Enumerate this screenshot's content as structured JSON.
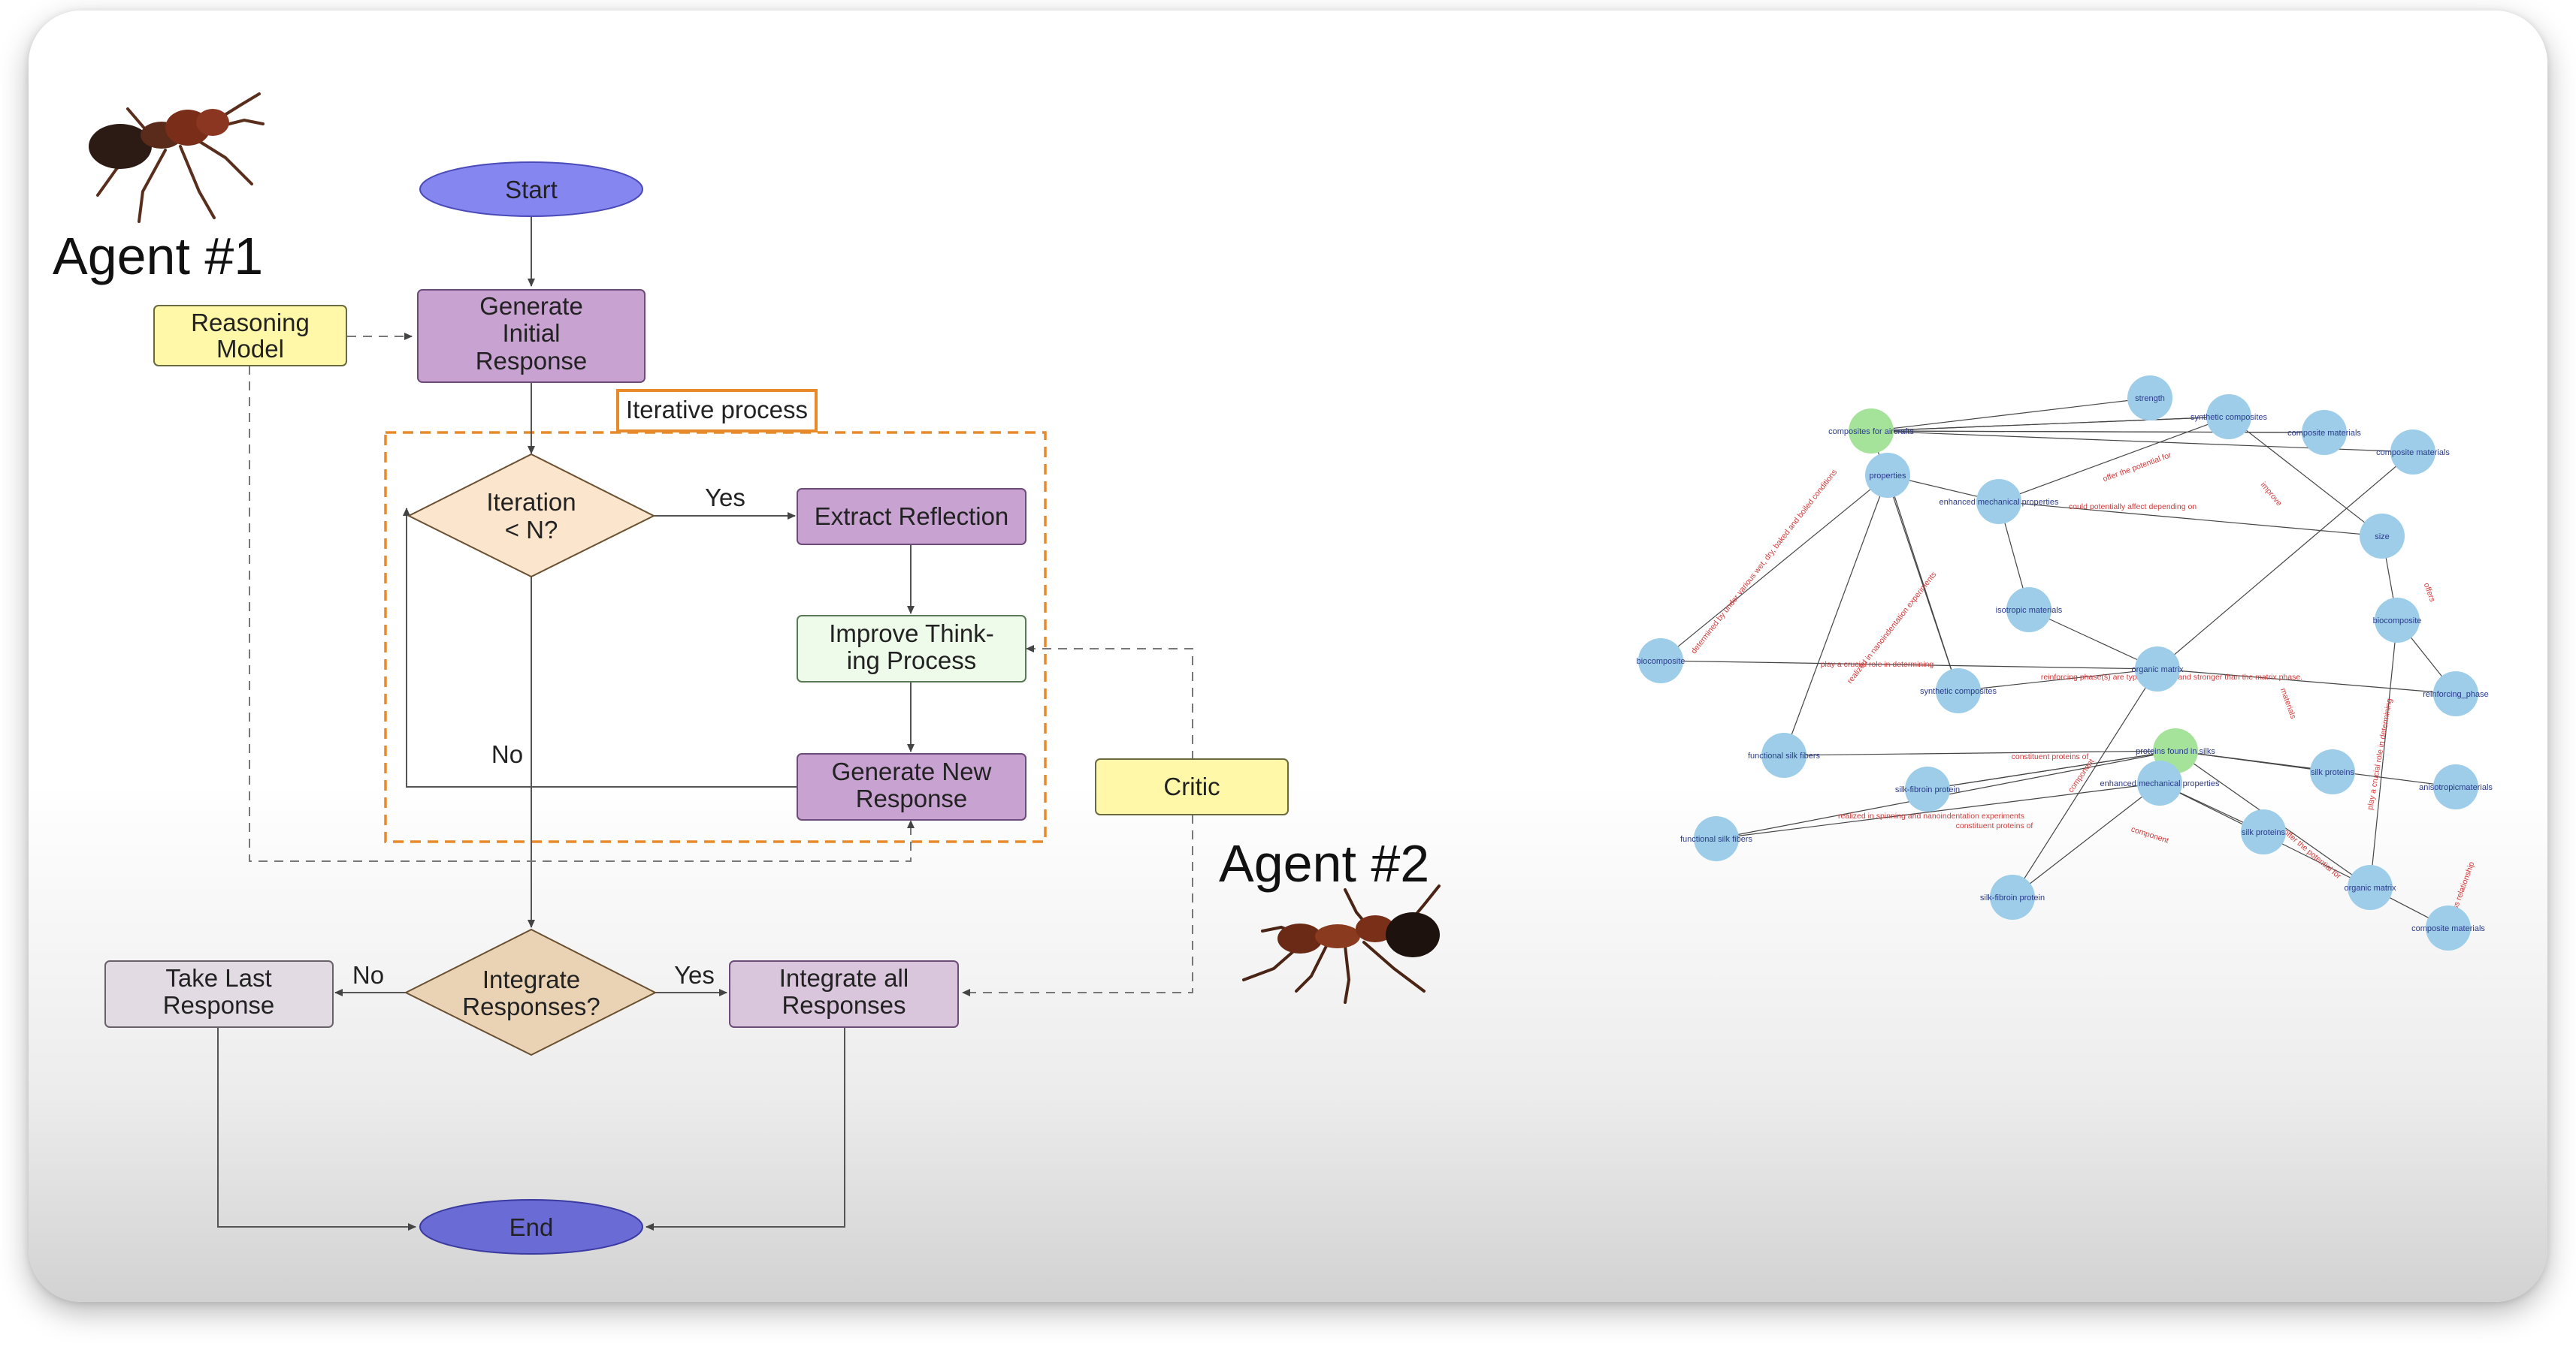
{
  "flowchart": {
    "nodes": {
      "start": "Start",
      "generate_initial": [
        "Generate",
        "Initial",
        "Response"
      ],
      "reasoning_model": [
        "Reasoning",
        "Model"
      ],
      "iterative_process": "Iterative process",
      "iteration_check": [
        "Iteration",
        "< N?"
      ],
      "extract_reflection": "Extract Reflection",
      "improve_thinking": [
        "Improve Think-",
        "ing Process"
      ],
      "generate_new": [
        "Generate New",
        "Response"
      ],
      "critic": "Critic",
      "integrate_check": [
        "Integrate",
        "Responses?"
      ],
      "take_last": [
        "Take Last",
        "Response"
      ],
      "integrate_all": [
        "Integrate all",
        "Responses"
      ],
      "end": "End"
    },
    "edge_labels": {
      "yes_iteration": "Yes",
      "no_iteration": "No",
      "no_integrate": "No",
      "yes_integrate": "Yes"
    },
    "agents": {
      "agent1": "Agent #1",
      "agent2": "Agent #2"
    },
    "colors": {
      "start": "#8686f0",
      "end": "#6b6bd6",
      "purple_box": "#c8a2d1",
      "yellow_box": "#fff8a8",
      "green_box": "#eefaea",
      "diamond": "#fbe5cc",
      "gray_box": "#e2dbe3",
      "iterative_border": "#e8892a"
    }
  },
  "knowledge_graph": {
    "nodes": [
      {
        "label": "composites for aircrafts",
        "color": "green"
      },
      {
        "label": "strength",
        "color": "blue"
      },
      {
        "label": "synthetic composites",
        "color": "blue"
      },
      {
        "label": "composite materials",
        "color": "blue"
      },
      {
        "label": "composite materials",
        "color": "blue"
      },
      {
        "label": "properties",
        "color": "blue"
      },
      {
        "label": "enhanced mechanical properties",
        "color": "blue"
      },
      {
        "label": "size",
        "color": "blue"
      },
      {
        "label": "isotropic materials",
        "color": "blue"
      },
      {
        "label": "biocomposite",
        "color": "blue"
      },
      {
        "label": "biocomposite",
        "color": "blue"
      },
      {
        "label": "organic matrix",
        "color": "blue"
      },
      {
        "label": "synthetic composites",
        "color": "blue"
      },
      {
        "label": "reinforcing_phase",
        "color": "blue"
      },
      {
        "label": "proteins found in silks",
        "color": "green"
      },
      {
        "label": "functional silk fibers",
        "color": "blue"
      },
      {
        "label": "silk proteins",
        "color": "blue"
      },
      {
        "label": "enhanced mechanical properties",
        "color": "blue"
      },
      {
        "label": "anisotropicmaterials",
        "color": "blue"
      },
      {
        "label": "silk-fibroin protein",
        "color": "blue"
      },
      {
        "label": "silk proteins",
        "color": "blue"
      },
      {
        "label": "functional silk fibers",
        "color": "blue"
      },
      {
        "label": "organic matrix",
        "color": "blue"
      },
      {
        "label": "silk-fibroin protein",
        "color": "blue"
      },
      {
        "label": "composite materials",
        "color": "blue"
      }
    ],
    "edge_labels": [
      "offer the potential for",
      "could potentially affect depending on",
      "improve",
      "determined by under various wet, dry, baked and boiled conditions",
      "realized in nanoindentation experiments",
      "play a crucial role in determining",
      "reinforcing phase(s) are typically stiffer and stronger than the matrix phase.",
      "constituent proteins of",
      "component",
      "constituent proteins of",
      "realized in spinning and nanoindentation experiments",
      "component",
      "offer the potential for",
      "play a crucial role in determining",
      "subclass relationship",
      "offers",
      "materials"
    ]
  }
}
